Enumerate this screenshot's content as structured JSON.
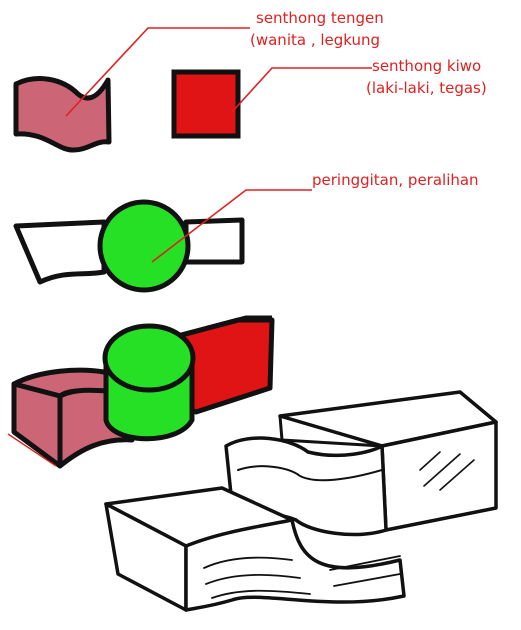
{
  "colors": {
    "annotation": "#e02020",
    "pink": "#cc6677",
    "red": "#e01414",
    "green": "#26e026",
    "ink": "#111111",
    "paper": "#ffffff"
  },
  "annotations": {
    "left_shape_line1": "senthong tengen",
    "left_shape_line2": "(wanita , legkung",
    "right_shape_line1": "senthong kiwo",
    "right_shape_line2": "(laki-laki, tegas)",
    "transition": "peringgitan, peralihan"
  },
  "icons": {
    "curved_block": "wavy-pink-rectangle",
    "straight_block": "red-square",
    "transition_core": "green-circle"
  }
}
